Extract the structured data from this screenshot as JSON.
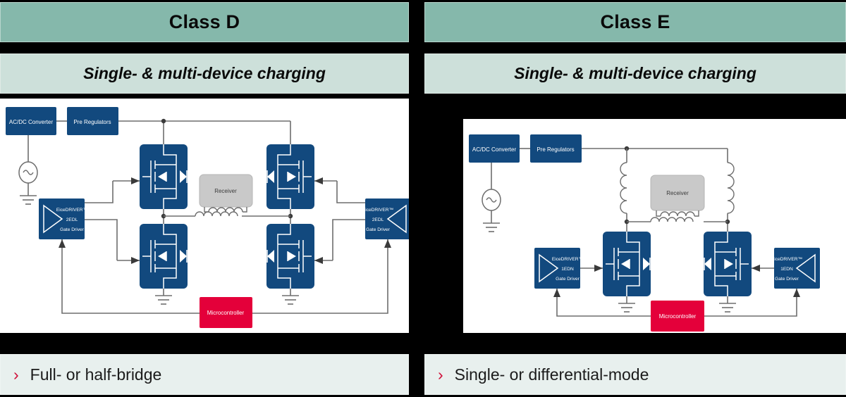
{
  "panels": [
    {
      "id": "class-d",
      "header": "Class D",
      "subheader": "Single- & multi-device charging",
      "bullet": "Full- or half-bridge",
      "bullet_icon": "chevron-right-icon",
      "diagram": {
        "type": "circuit-schematic",
        "blocks": [
          {
            "name": "ac-dc-converter",
            "label": "AC/DC Converter",
            "color": "#12497E"
          },
          {
            "name": "pre-regulators",
            "label": "Pre Regulators",
            "color": "#12497E"
          },
          {
            "name": "gate-driver-left",
            "label_lines": [
              "EiceDRIVER™",
              "2EDL",
              "Gate Driver"
            ],
            "color": "#12497E"
          },
          {
            "name": "gate-driver-right",
            "label_lines": [
              "EiceDRIVER™",
              "2EDL",
              "Gate Driver"
            ],
            "color": "#12497E"
          },
          {
            "name": "receiver",
            "label": "Receiver",
            "color": "#C9C9C9"
          },
          {
            "name": "microcontroller",
            "label": "Microcontroller",
            "color": "#E4003A"
          }
        ],
        "mosfet_count": 4,
        "topology": "full-bridge",
        "symbols": [
          "ac-source",
          "ground",
          "transformer-coil",
          "mosfet-with-body-diode"
        ]
      }
    },
    {
      "id": "class-e",
      "header": "Class E",
      "subheader": "Single- & multi-device charging",
      "bullet": "Single- or differential-mode",
      "bullet_icon": "chevron-right-icon",
      "diagram": {
        "type": "circuit-schematic",
        "blocks": [
          {
            "name": "ac-dc-converter",
            "label": "AC/DC Converter",
            "color": "#12497E"
          },
          {
            "name": "pre-regulators",
            "label": "Pre Regulators",
            "color": "#12497E"
          },
          {
            "name": "gate-driver-left",
            "label_lines": [
              "EiceDRIVER™",
              "1EDN",
              "Gate Driver"
            ],
            "color": "#12497E"
          },
          {
            "name": "gate-driver-right",
            "label_lines": [
              "EiceDRIVER™",
              "1EDN",
              "Gate Driver"
            ],
            "color": "#12497E"
          },
          {
            "name": "receiver",
            "label": "Receiver",
            "color": "#C9C9C9"
          },
          {
            "name": "microcontroller",
            "label": "Microcontroller",
            "color": "#E4003A"
          }
        ],
        "mosfet_count": 2,
        "topology": "differential-mode",
        "symbols": [
          "ac-source",
          "ground",
          "inductor",
          "transformer-coil",
          "mosfet-with-body-diode"
        ]
      }
    }
  ],
  "colors": {
    "header_green": "#85B8AB",
    "subheader_green": "#CDE0DA",
    "bullet_bg": "#E8F0EE",
    "block_blue": "#12497E",
    "accent_red": "#E4003A",
    "chevron_red": "#D0103A",
    "receiver_gray": "#C9C9C9",
    "background": "#000000"
  }
}
